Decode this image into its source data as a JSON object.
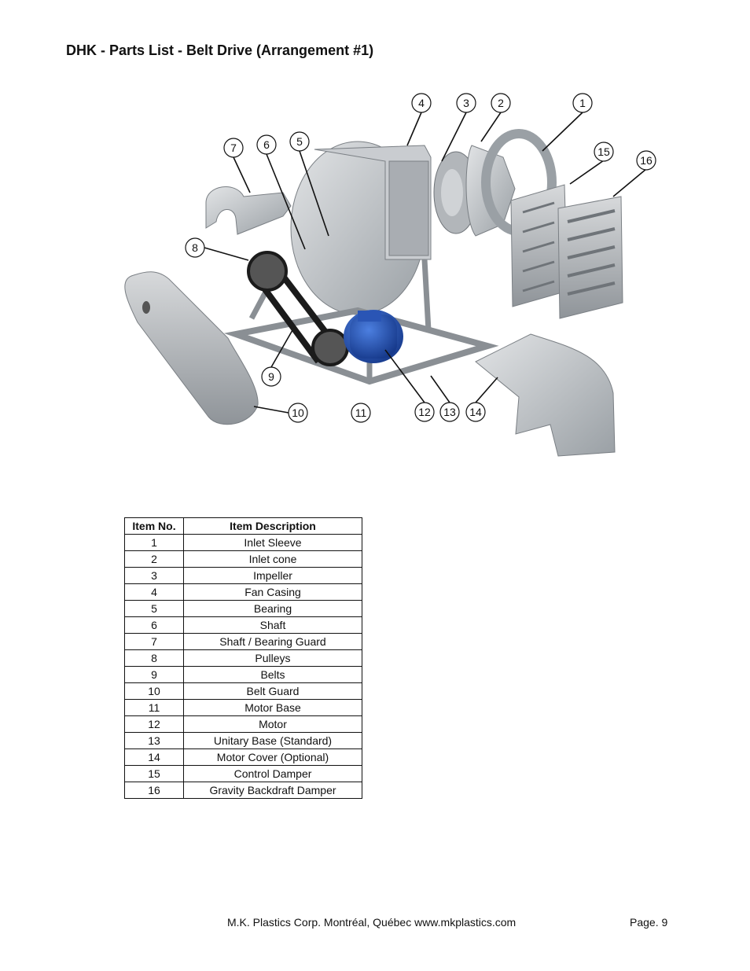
{
  "page": {
    "title": "DHK - Parts List - Belt Drive (Arrangement #1)"
  },
  "diagram": {
    "callouts": [
      "1",
      "2",
      "3",
      "4",
      "5",
      "6",
      "7",
      "8",
      "9",
      "10",
      "11",
      "12",
      "13",
      "14",
      "15",
      "16"
    ]
  },
  "parts_table": {
    "headers": {
      "item_no": "Item No.",
      "description": "Item Description"
    },
    "rows": [
      {
        "no": "1",
        "desc": "Inlet Sleeve"
      },
      {
        "no": "2",
        "desc": "Inlet cone"
      },
      {
        "no": "3",
        "desc": "Impeller"
      },
      {
        "no": "4",
        "desc": "Fan Casing"
      },
      {
        "no": "5",
        "desc": "Bearing"
      },
      {
        "no": "6",
        "desc": "Shaft"
      },
      {
        "no": "7",
        "desc": "Shaft / Bearing Guard"
      },
      {
        "no": "8",
        "desc": "Pulleys"
      },
      {
        "no": "9",
        "desc": "Belts"
      },
      {
        "no": "10",
        "desc": "Belt Guard"
      },
      {
        "no": "11",
        "desc": "Motor Base"
      },
      {
        "no": "12",
        "desc": "Motor"
      },
      {
        "no": "13",
        "desc": "Unitary Base (Standard)"
      },
      {
        "no": "14",
        "desc": "Motor Cover (Optional)"
      },
      {
        "no": "15",
        "desc": "Control Damper"
      },
      {
        "no": "16",
        "desc": "Gravity Backdraft Damper"
      }
    ]
  },
  "footer": {
    "company": "M.K. Plastics Corp. Montréal, Québec   www.mkplastics.com",
    "page": "Page. 9"
  },
  "colors": {
    "motor": "#1f4fb3",
    "metal": "#b8bcc0",
    "dark_metal": "#7d8287"
  }
}
